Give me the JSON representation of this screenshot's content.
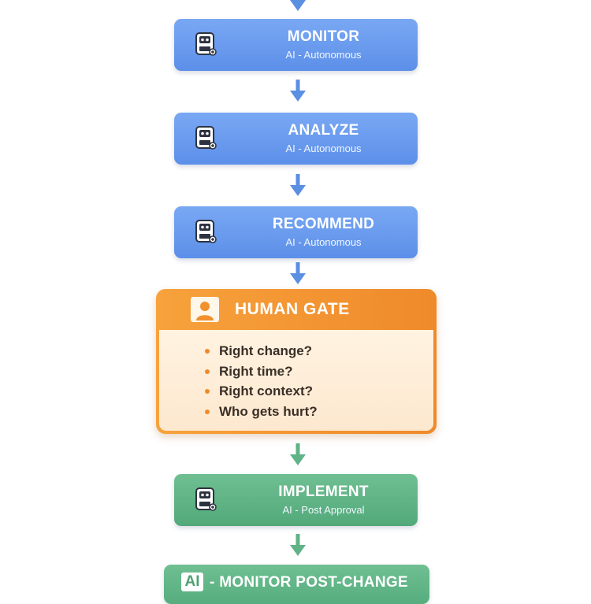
{
  "colors": {
    "ai_blue": "#6a9cef",
    "ai_green": "#5fb386",
    "gate_orange": "#f0902e",
    "arrow_blue": "#5a8fe2",
    "arrow_green": "#5fb386"
  },
  "steps": [
    {
      "title": "MONITOR",
      "subtitle": "AI - Autonomous",
      "icon": "robot-icon"
    },
    {
      "title": "ANALYZE",
      "subtitle": "AI - Autonomous",
      "icon": "robot-icon"
    },
    {
      "title": "RECOMMEND",
      "subtitle": "AI - Autonomous",
      "icon": "robot-icon"
    }
  ],
  "gate": {
    "title": "HUMAN GATE",
    "icon": "person-icon",
    "questions": [
      "Right change?",
      "Right time?",
      "Right context?",
      "Who gets hurt?"
    ]
  },
  "implement": {
    "title": "IMPLEMENT",
    "subtitle": "AI - Post Approval",
    "icon": "robot-icon"
  },
  "final_step": {
    "badge": "AI",
    "title": "- MONITOR POST-CHANGE"
  }
}
